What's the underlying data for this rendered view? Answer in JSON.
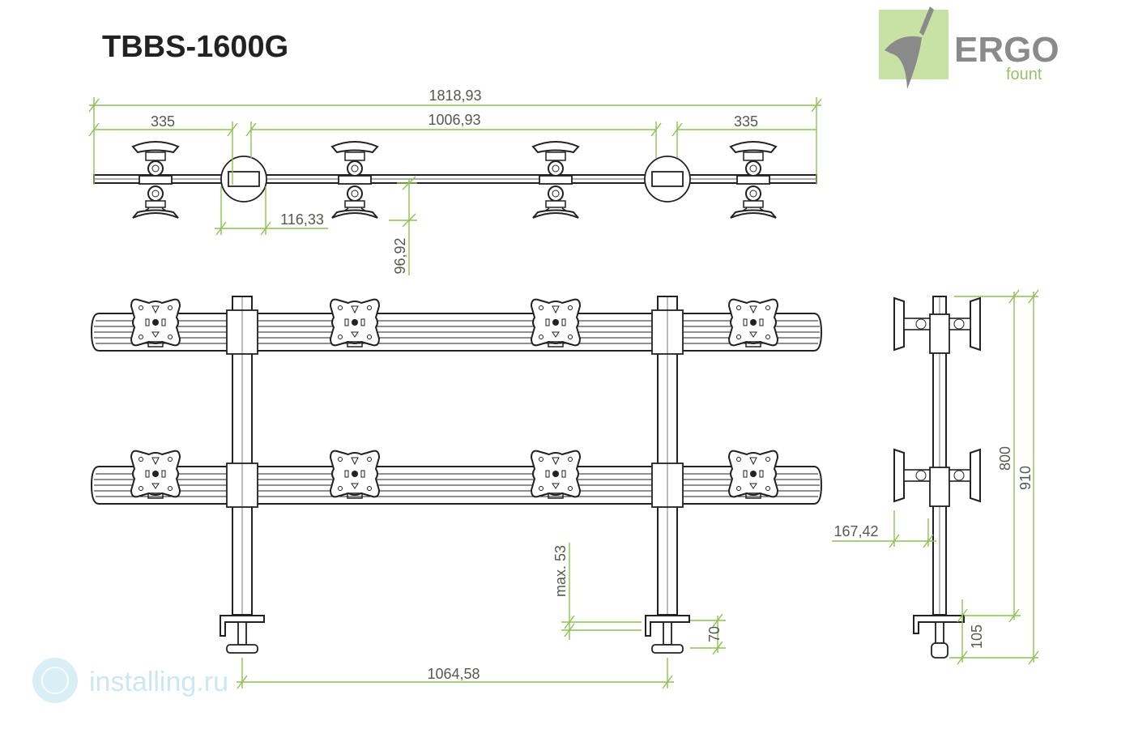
{
  "title": "TBBS-1600G",
  "logo": {
    "main": "ERGO",
    "sub": "fount"
  },
  "watermark": {
    "text": "installing.ru"
  },
  "colors": {
    "dimension_line": "#8dc153",
    "drawing_line": "#222222",
    "logo_bg": "#c8e2a6",
    "watermark": "#a9d8e8"
  },
  "dimensions": {
    "overall_width": "1818,93",
    "left_arm": "335",
    "center_span": "1006,93",
    "right_arm": "335",
    "hub_width": "116,33",
    "rail_depth": "96,92",
    "base_spacing": "1064,58",
    "clamp_max": "max. 53",
    "clamp_height": "70",
    "side_offset": "167,42",
    "upper_height": "800",
    "total_height": "910",
    "clamp_base": "105"
  }
}
